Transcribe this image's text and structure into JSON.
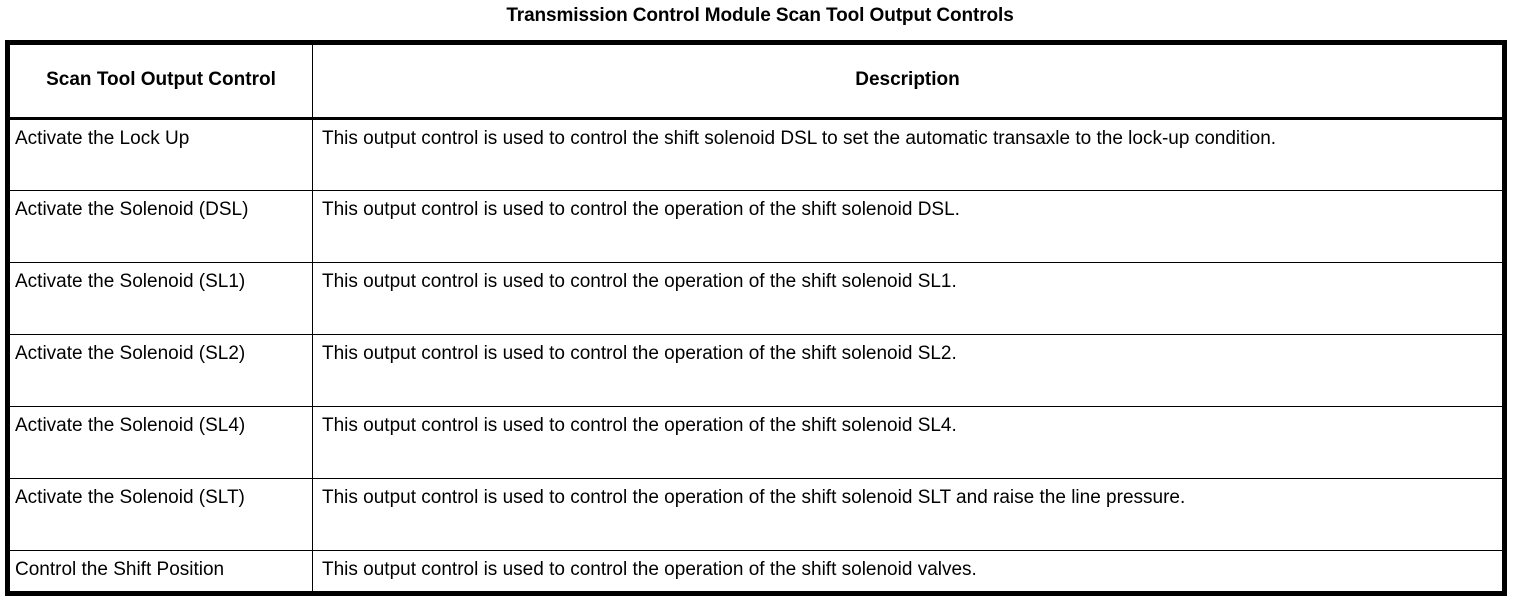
{
  "document": {
    "title": "Transmission Control Module Scan Tool Output Controls"
  },
  "table": {
    "columns": [
      {
        "id": "control",
        "header": "Scan Tool Output Control"
      },
      {
        "id": "description",
        "header": "Description"
      }
    ],
    "rows": [
      {
        "control": "Activate the Lock Up",
        "description": "This output control is used to control the shift solenoid DSL to set the automatic transaxle to the lock-up condition.",
        "height": "tall"
      },
      {
        "control": "Activate the Solenoid (DSL)",
        "description": "This output control is used to control the operation of the shift solenoid DSL.",
        "height": "tall"
      },
      {
        "control": "Activate the Solenoid (SL1)",
        "description": "This output control is used to control the operation of the shift solenoid SL1.",
        "height": "tall"
      },
      {
        "control": "Activate the Solenoid (SL2)",
        "description": "This output control is used to control the operation of the shift solenoid SL2.",
        "height": "tall"
      },
      {
        "control": "Activate the Solenoid (SL4)",
        "description": "This output control is used to control the operation of the shift solenoid SL4.",
        "height": "tall"
      },
      {
        "control": "Activate the Solenoid (SLT)",
        "description": "This output control is used to control the operation of the shift solenoid SLT and raise the line pressure.",
        "height": "tall"
      },
      {
        "control": "Control the Shift Position",
        "description": "This output control is used to control the operation of the shift solenoid valves.",
        "height": "short"
      }
    ]
  },
  "style": {
    "text_color": "#000000",
    "background_color": "#ffffff",
    "border_color": "#000000"
  }
}
